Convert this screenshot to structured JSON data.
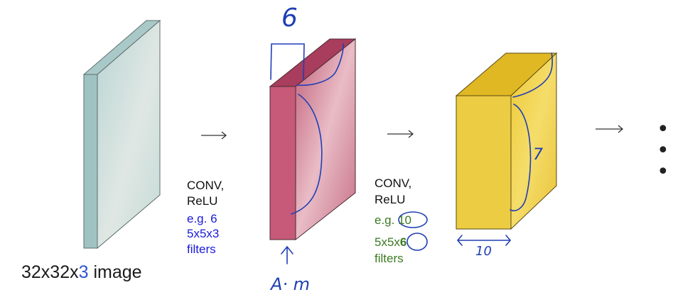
{
  "input": {
    "caption_prefix": "32x32x",
    "caption_depth": "3",
    "caption_suffix": " image"
  },
  "layer1": {
    "op_line1": "CONV,",
    "op_line2": "ReLU",
    "eg": "e.g. 6",
    "size": "5x5x3",
    "filters": "filters"
  },
  "layer2": {
    "op_line1": "CONV,",
    "op_line2": "ReLU",
    "eg_prefix": "e.g.",
    "eg_value": "10",
    "size_prefix": "5x5x",
    "size_depth": "6",
    "filters": "filters"
  },
  "annotations": {
    "depth_6": "6",
    "a_m": "A· m",
    "height_7": "7",
    "width_10": "10"
  },
  "continuation": "• • •",
  "colors": {
    "input_volume": "#b7d3d2",
    "layer1_volume": "#b54a68",
    "layer2_volume": "#e7c33a",
    "blue_text": "#1a1ad6",
    "green_text": "#3d7a23",
    "pen_blue": "#1f3fb5"
  }
}
